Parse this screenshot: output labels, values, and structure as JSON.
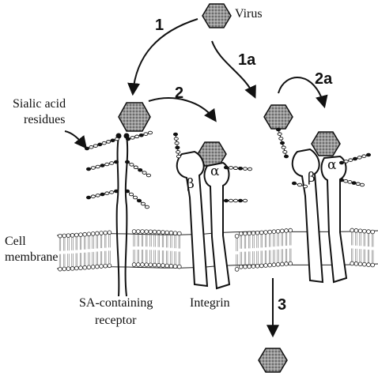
{
  "labels": {
    "virus": "Virus",
    "sialic_line1": "Sialic acid",
    "sialic_line2": "residues",
    "cell_line1": "Cell",
    "cell_line2": "membrane",
    "sa_line1": "SA-containing",
    "sa_line2": "receptor",
    "integrin": "Integrin",
    "beta": "β",
    "alpha": "α"
  },
  "steps": {
    "s1": "1",
    "s1a": "1a",
    "s2": "2",
    "s2a": "2a",
    "s3": "3"
  },
  "colors": {
    "virus_fill": "#8a8a8a",
    "line": "#111111",
    "membrane_bead": "#ffffff"
  }
}
